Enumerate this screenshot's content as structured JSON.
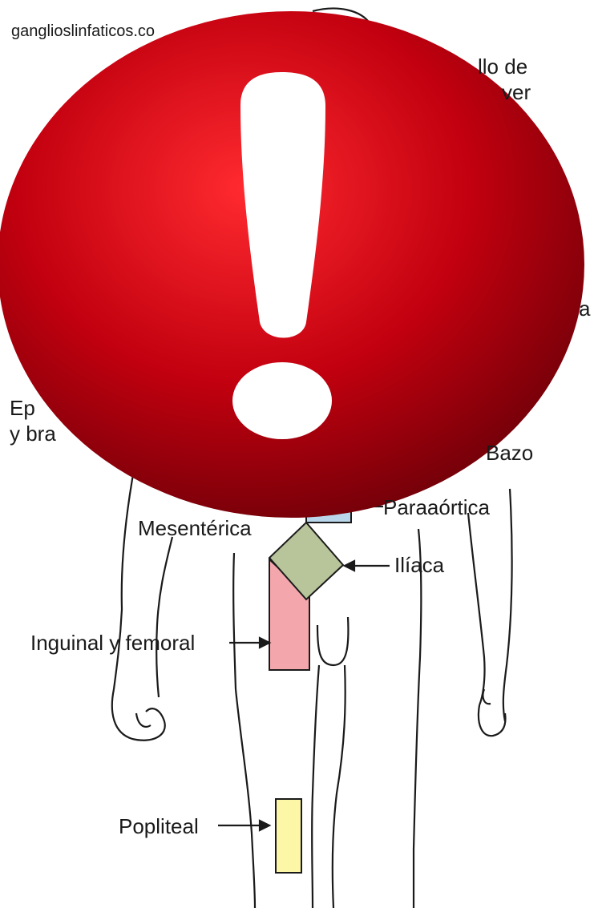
{
  "watermark": "ganglioslinfaticos.co",
  "labels": {
    "topright_a": "llo de",
    "topright_b": "ver",
    "right_mid": "a",
    "left_a": "Ep",
    "left_b": "y bra",
    "bazo": "Bazo",
    "paraaortica": "Paraaórtica",
    "mesenterica": "Mesentérica",
    "iliaca": "Ilíaca",
    "inguinal": "Inguinal y femoral",
    "popliteal": "Popliteal"
  },
  "colors": {
    "warning_red": "#b0000f",
    "iliaca_fill": "#b8c49a",
    "inguinal_fill": "#f4a6ad",
    "popliteal_fill": "#fbf7a6",
    "paraaortica_fill": "#b9d6ea",
    "outline": "#1a1a1a"
  },
  "overlay": {
    "icon": "exclamation-warning-icon"
  }
}
